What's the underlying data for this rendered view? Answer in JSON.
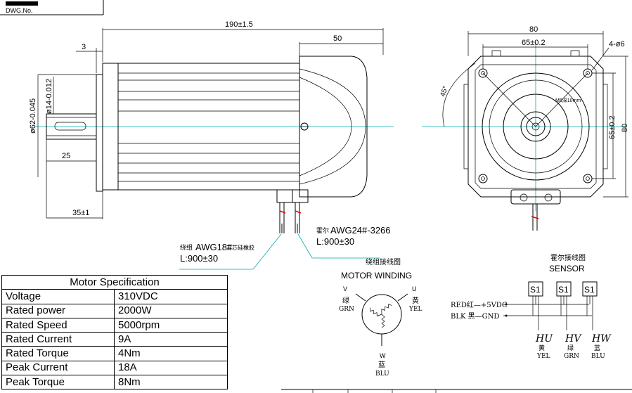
{
  "title_block": {
    "dwg_no": "DWG.No."
  },
  "side_view": {
    "dim_length": "190±1.5",
    "dim_back": "50",
    "dim_flange": "3",
    "dim_shaft_len": "25",
    "dim_pilot_len": "35±1",
    "dim_shaft_dia": "ø14-0.012",
    "dim_pilot_dia": "ø62-0.045"
  },
  "front_view": {
    "dim_width": "80",
    "dim_bolt_h": "65±0.2",
    "dim_holes": "4-ø6",
    "dim_bolt_v": "65±0.2",
    "dim_height": "80",
    "dim_angle": "45°",
    "dim_thread": "M5深10mm"
  },
  "cables": {
    "winding_cn": "绕组",
    "winding_spec": "AWG18#",
    "winding_tube": "三芯硅橡胶",
    "winding_len": "L:900±30",
    "hall_cn": "霍尔",
    "hall_spec": "AWG24#-3266",
    "hall_len": "L:900±30"
  },
  "winding": {
    "title_cn": "绕组接线图",
    "title": "MOTOR WINDING",
    "v": "V",
    "v_cn": "绿",
    "v_en": "GRN",
    "u": "U",
    "u_cn": "黄",
    "u_en": "YEL",
    "w": "W",
    "w_cn": "蓝",
    "w_en": "BLU"
  },
  "sensor": {
    "title_cn": "霍尔接线图",
    "title": "SENSOR",
    "chip": "S1",
    "red": "RED红—+5VDC",
    "blk": "BLK 黑—GND",
    "hu": "HU",
    "hu_cn": "黄",
    "hu_en": "YEL",
    "hv": "HV",
    "hv_cn": "绿",
    "hv_en": "GRN",
    "hw": "HW",
    "hw_cn": "蓝",
    "hw_en": "BLU"
  },
  "spec": {
    "title": "Motor Specification",
    "rows": [
      {
        "k": "Voltage",
        "v": "310VDC"
      },
      {
        "k": "Rated power",
        "v": "2000W"
      },
      {
        "k": "Rated Speed",
        "v": "5000rpm"
      },
      {
        "k": "Rated Current",
        "v": "9A"
      },
      {
        "k": "Rated Torque",
        "v": "4Nm"
      },
      {
        "k": "Peak Current",
        "v": "18A"
      },
      {
        "k": "Peak Torque",
        "v": "8Nm"
      }
    ]
  }
}
